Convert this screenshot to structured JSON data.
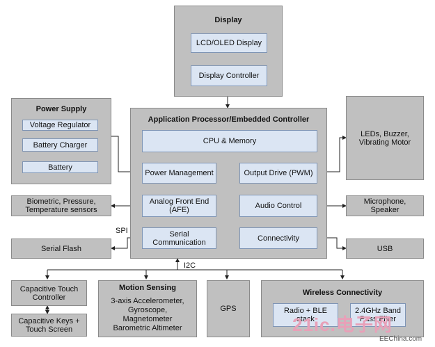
{
  "display": {
    "title": "Display",
    "lcd": "LCD/OLED Display",
    "controller": "Display Controller"
  },
  "power_supply": {
    "title": "Power Supply",
    "voltage_regulator": "Voltage Regulator",
    "battery_charger": "Battery Charger",
    "battery": "Battery"
  },
  "app_processor": {
    "title": "Application Processor/Embedded Controller",
    "cpu_memory": "CPU & Memory",
    "power_management": "Power Management",
    "output_drive": "Output Drive (PWM)",
    "afe": "Analog Front End (AFE)",
    "audio_control": "Audio Control",
    "serial_comm": "Serial Communication",
    "connectivity": "Connectivity"
  },
  "leds": "LEDs, Buzzer, Vibrating Motor",
  "sensors": "Biometric, Pressure, Temperature sensors",
  "microphone": "Microphone, Speaker",
  "serial_flash": "Serial Flash",
  "usb": "USB",
  "spi_label": "SPI",
  "i2c_label": "I2C",
  "touch_controller": "Capacitive Touch Controller",
  "touch_keys": "Capacitive Keys + Touch Screen",
  "motion": {
    "title": "Motion Sensing",
    "body": "3-axis Accelerometer, Gyroscope, Magnetometer Barometric Altimeter"
  },
  "gps": "GPS",
  "wireless": {
    "title": "Wireless Connectivity",
    "radio": "Radio + BLE stack",
    "filter": "2.4GHz Band Pass Filter"
  },
  "watermark": {
    "logo": "21ic.电子网",
    "site": "EEChina.com"
  }
}
